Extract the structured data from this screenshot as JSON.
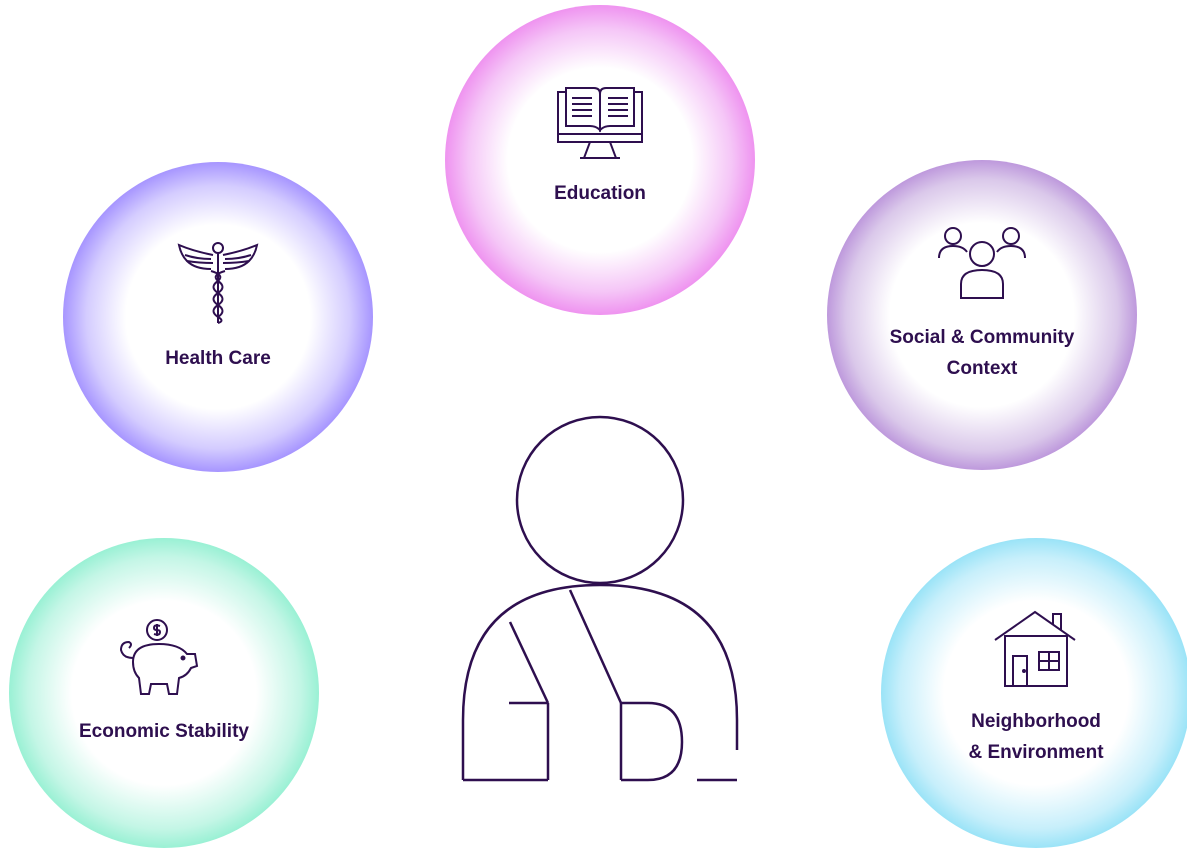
{
  "diagram": {
    "nodes": [
      {
        "id": "education",
        "label_lines": [
          "Education"
        ],
        "icon": "book-monitor-icon",
        "color": "#df1ee0"
      },
      {
        "id": "health-care",
        "label_lines": [
          "Health Care"
        ],
        "icon": "caduceus-icon",
        "color": "#4220f3"
      },
      {
        "id": "social-community",
        "label_lines": [
          "Social & Community",
          "Context"
        ],
        "icon": "people-group-icon",
        "color": "#5e169f"
      },
      {
        "id": "economic-stability",
        "label_lines": [
          "Economic Stability"
        ],
        "icon": "piggy-bank-icon",
        "color": "#22dd9e"
      },
      {
        "id": "neighborhood-environment",
        "label_lines": [
          "Neighborhood",
          "& Environment"
        ],
        "icon": "house-icon",
        "color": "#1ec4ec"
      }
    ],
    "center_figure": "person-arm-sling-icon",
    "text_color": "#2e0f4f",
    "line_color": "#2e0f4f"
  }
}
